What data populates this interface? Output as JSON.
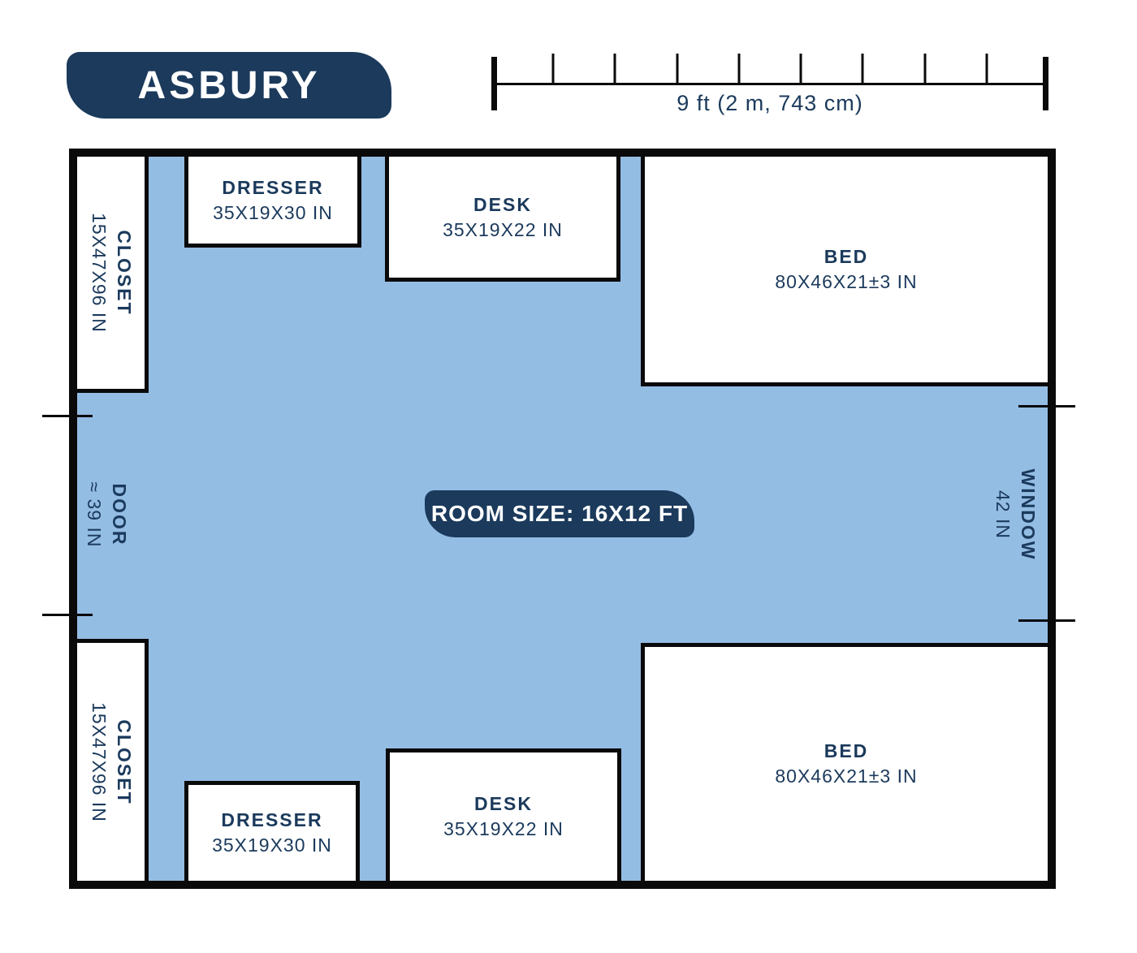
{
  "title_badge": {
    "label": "ASBURY"
  },
  "scale_bar": {
    "label": "9 ft (2 m, 743 cm)",
    "feet": 9,
    "segments": 9
  },
  "room_size_badge": {
    "label": "ROOM SIZE: 16X12 FT"
  },
  "openings": {
    "door": {
      "name": "DOOR",
      "dims": "≈ 39 IN"
    },
    "window": {
      "name": "WINDOW",
      "dims": "42 IN"
    }
  },
  "furniture": {
    "closet_top": {
      "name": "CLOSET",
      "dims": "15X47X96 IN"
    },
    "closet_bottom": {
      "name": "CLOSET",
      "dims": "15X47X96 IN"
    },
    "dresser_top": {
      "name": "DRESSER",
      "dims": "35X19X30 IN"
    },
    "dresser_bottom": {
      "name": "DRESSER",
      "dims": "35X19X30 IN"
    },
    "desk_top": {
      "name": "DESK",
      "dims": "35X19X22 IN"
    },
    "desk_bottom": {
      "name": "DESK",
      "dims": "35X19X22 IN"
    },
    "bed_top": {
      "name": "BED",
      "dims": "80X46X21±3 IN"
    },
    "bed_bottom": {
      "name": "BED",
      "dims": "80X46X21±3 IN"
    }
  },
  "colors": {
    "navy": "#1b3a5c",
    "floor_blue": "#94bde4",
    "wall_black": "#0a0a0a",
    "furniture_white": "#ffffff"
  }
}
